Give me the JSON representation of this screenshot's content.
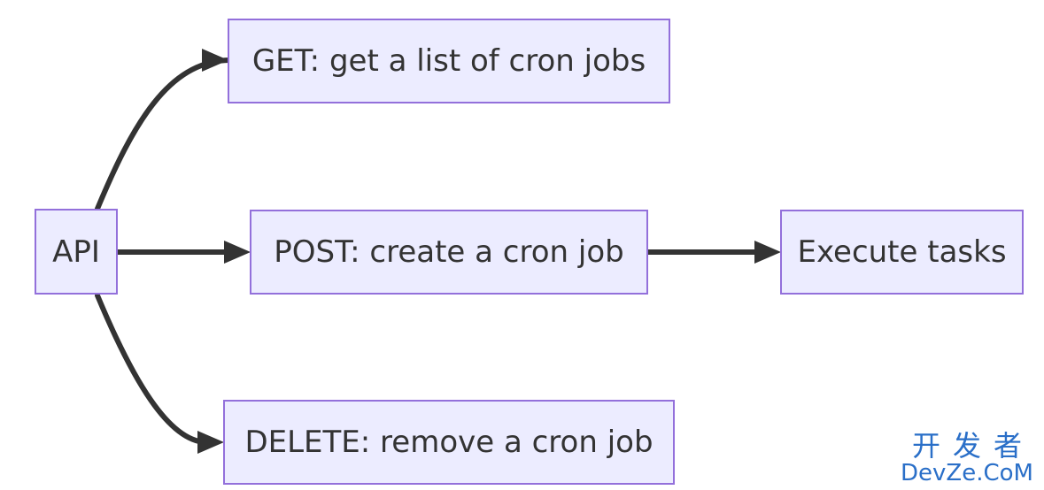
{
  "diagram": {
    "nodes": {
      "api": "API",
      "get": "GET: get a list of cron jobs",
      "post": "POST: create a cron job",
      "delete": "DELETE: remove a cron job",
      "execute": "Execute tasks"
    },
    "edges": [
      {
        "from": "api",
        "to": "get"
      },
      {
        "from": "api",
        "to": "post"
      },
      {
        "from": "api",
        "to": "delete"
      },
      {
        "from": "post",
        "to": "execute"
      }
    ],
    "colors": {
      "node_fill": "#ececff",
      "node_border": "#9370db",
      "edge": "#333333",
      "text": "#333333"
    }
  },
  "watermark": {
    "line1": "开发者",
    "line2": "DevZe.CoM"
  }
}
